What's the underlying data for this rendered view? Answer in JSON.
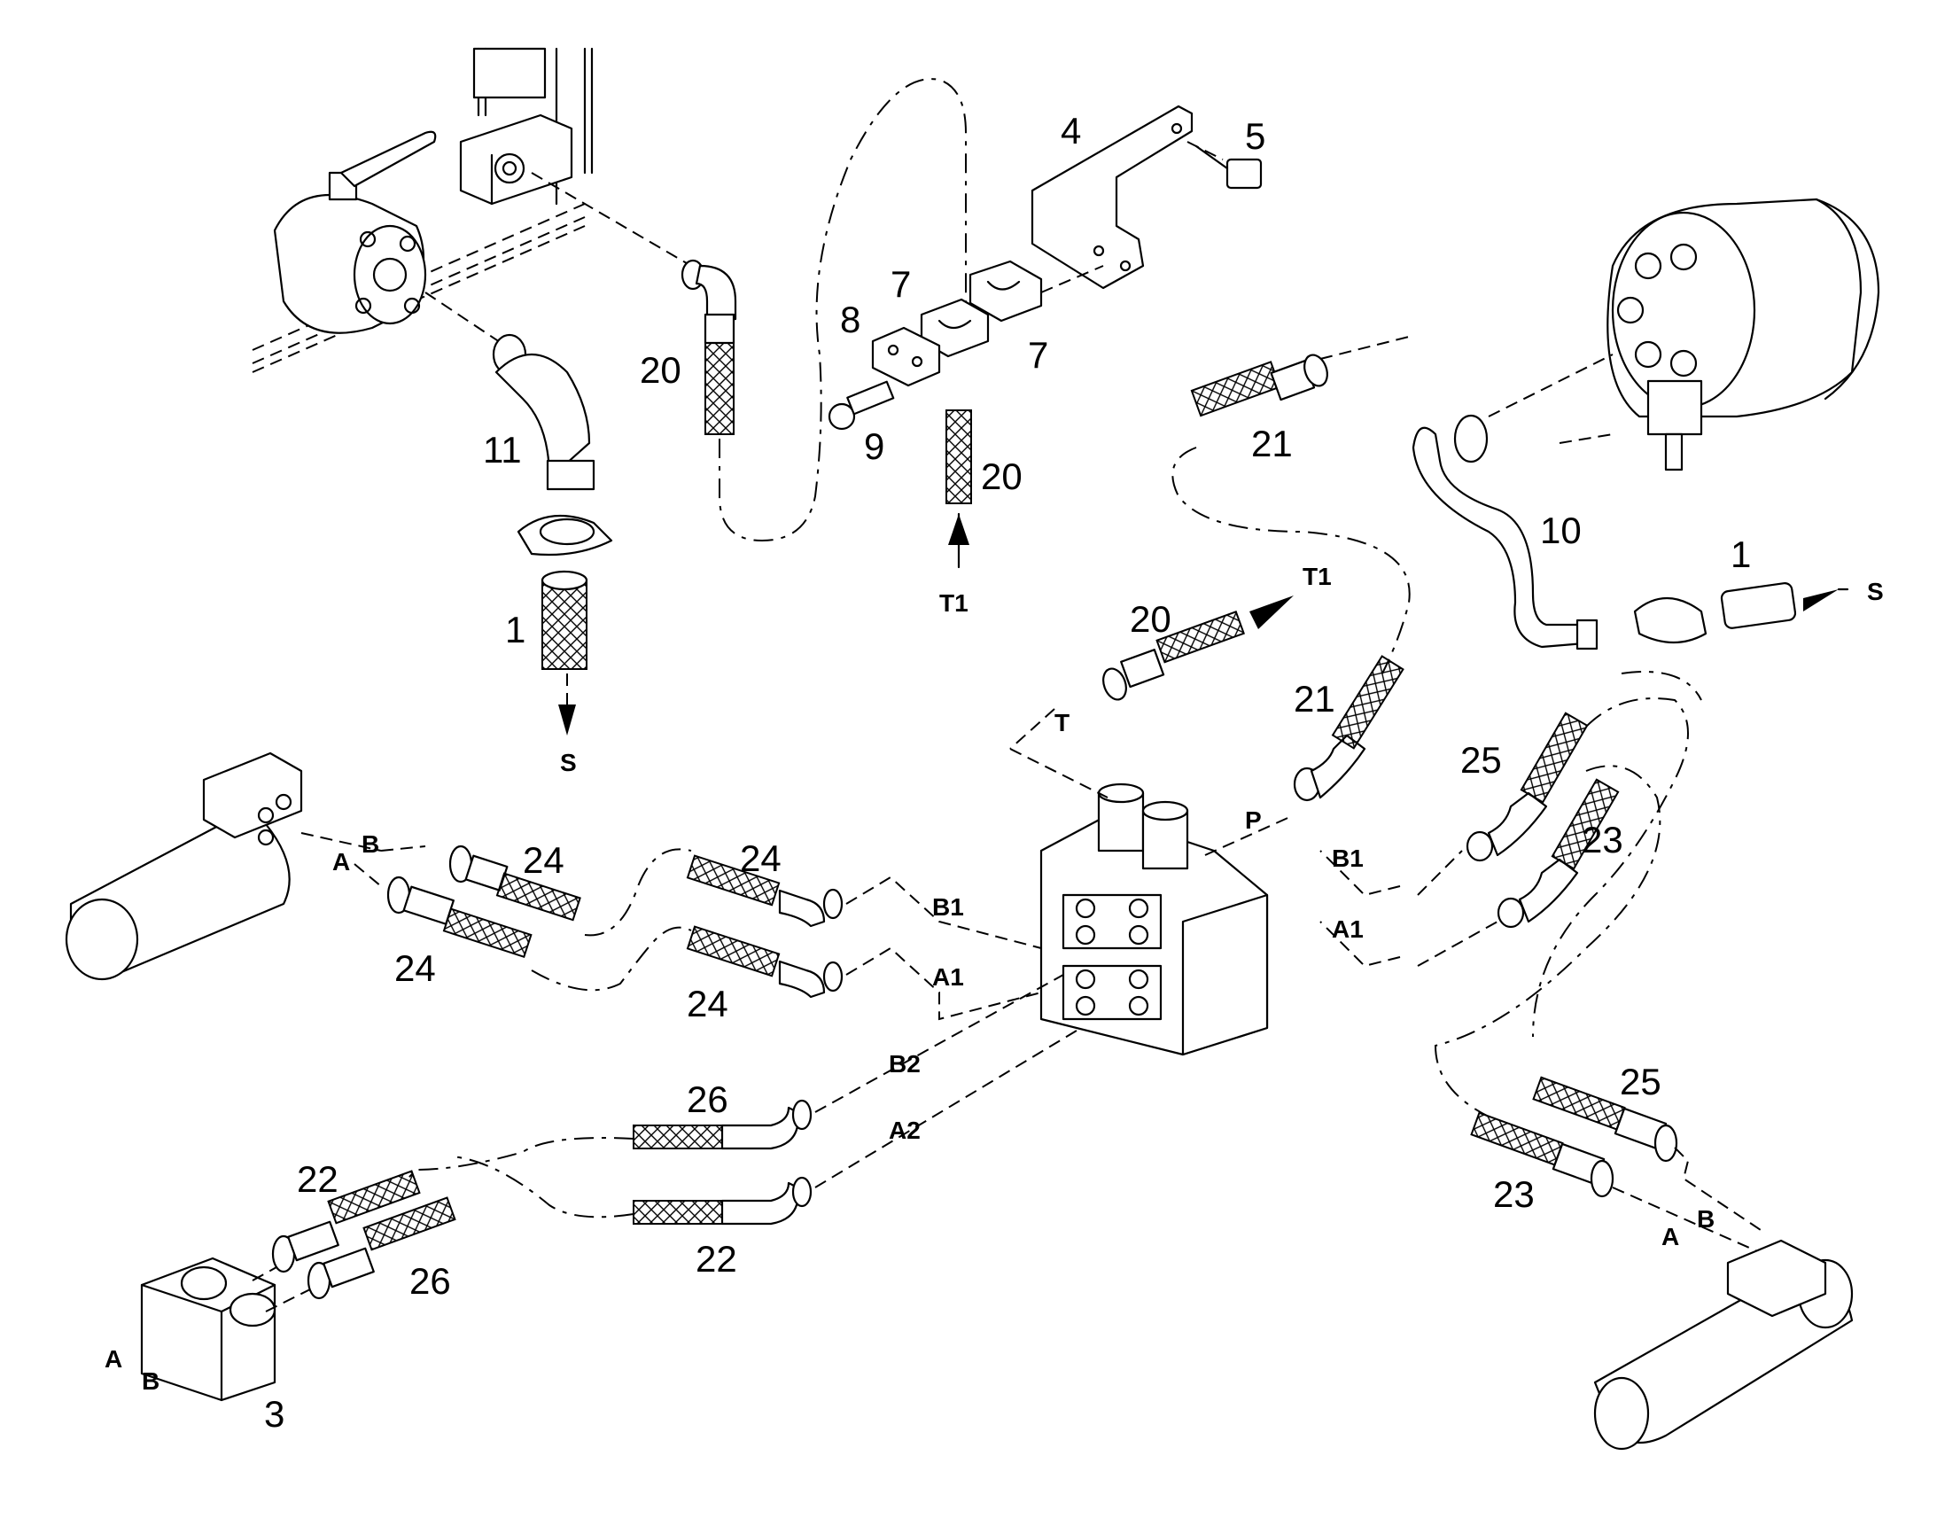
{
  "callouts": {
    "c1a": "1",
    "c1b": "1",
    "c3": "3",
    "c4": "4",
    "c5": "5",
    "c7a": "7",
    "c7b": "7",
    "c8": "8",
    "c9": "9",
    "c10": "10",
    "c11": "11",
    "c20a": "20",
    "c20b": "20",
    "c20c": "20",
    "c21a": "21",
    "c21b": "21",
    "c22a": "22",
    "c22b": "22",
    "c23a": "23",
    "c23b": "23",
    "c24a": "24",
    "c24b": "24",
    "c24c": "24",
    "c24d": "24",
    "c25a": "25",
    "c25b": "25",
    "c26a": "26",
    "c26b": "26"
  },
  "ports": {
    "s1": "S",
    "s2": "S",
    "t1a": "T1",
    "t1b": "T1",
    "t": "T",
    "p": "P",
    "b_left": "B",
    "a_left": "A",
    "b1_left": "B1",
    "a1_left": "A1",
    "b1_right": "B1",
    "a1_right": "A1",
    "b2": "B2",
    "a2": "A2",
    "a_block": "A",
    "b_block": "B",
    "a_cyl": "A",
    "b_cyl": "B"
  }
}
